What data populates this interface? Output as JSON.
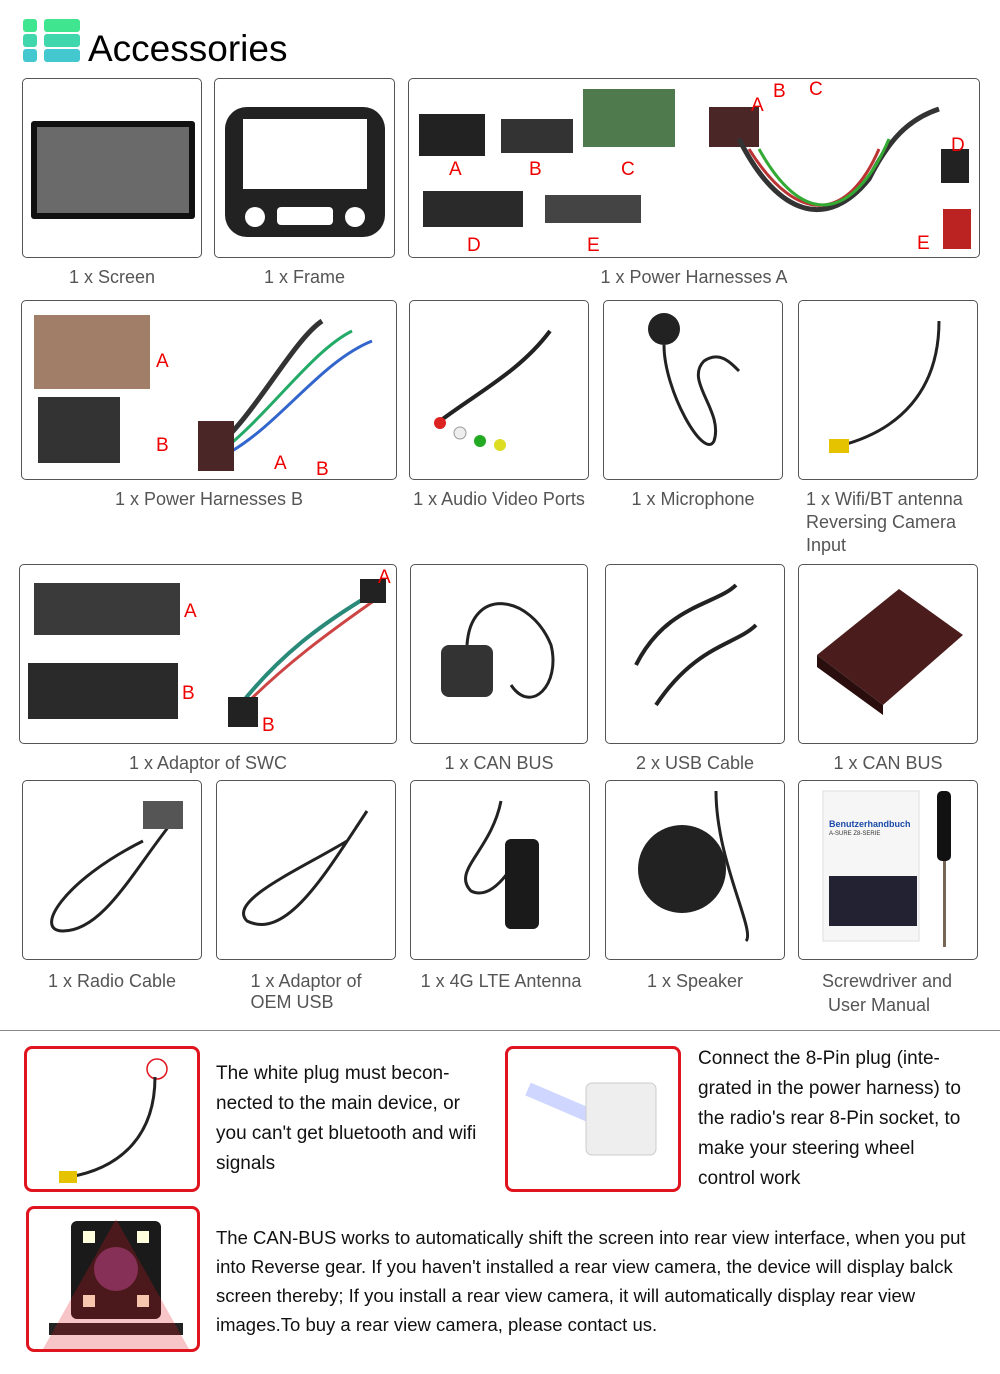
{
  "title": "Accessories",
  "items": [
    {
      "label": "1 x Screen"
    },
    {
      "label": "1 x Frame"
    },
    {
      "label": "1 x Power Harnesses A",
      "tags": [
        "A",
        "B",
        "C",
        "D",
        "E",
        "A",
        "B",
        "C",
        "D",
        "E"
      ]
    },
    {
      "label": "1 x Power Harnesses B",
      "tags": [
        "A",
        "B",
        "A",
        "B"
      ]
    },
    {
      "label": "1 x Audio Video Ports"
    },
    {
      "label": "1 x Microphone"
    },
    {
      "label1": "1 x Wifi/BT antenna",
      "label2": "Reversing Camera",
      "label3": "Input"
    },
    {
      "label": "1 x Adaptor of SWC",
      "tags": [
        "A",
        "B",
        "A",
        "B"
      ]
    },
    {
      "label": "1 x CAN BUS"
    },
    {
      "label": "2 x USB Cable"
    },
    {
      "label": "1 x CAN BUS"
    },
    {
      "label": "1 x Radio Cable"
    },
    {
      "label1": "1 x Adaptor of",
      "label2": "OEM USB"
    },
    {
      "label": "1 x 4G LTE Antenna"
    },
    {
      "label": "1 x Speaker"
    },
    {
      "label1": "Screwdriver and",
      "label2": "User Manual",
      "manual_title": "Benutzerhandbuch",
      "manual_sub": "A-SURE Z8-SERIE"
    }
  ],
  "notes": {
    "wifi": "The white plug must becon-nected to the main device, or you can't get bluetooth and wifi signals",
    "swc": "Connect the 8-Pin plug (inte-grated in the power harness) to the radio's rear 8-Pin socket, to make your steering wheel control work",
    "canbus": "The CAN-BUS works to automatically shift the screen into rear view interface, when you put into Reverse gear. If you haven't installed a rear view camera, the device will display balck screen thereby; If you install a rear view camera, it will automatically display rear view images.To buy a rear view camera, please contact us."
  },
  "colors": {
    "accent_top": "#3fe68f",
    "accent_bottom": "#43c8d0",
    "note_border": "#e0141e",
    "tag": "#e00000"
  }
}
